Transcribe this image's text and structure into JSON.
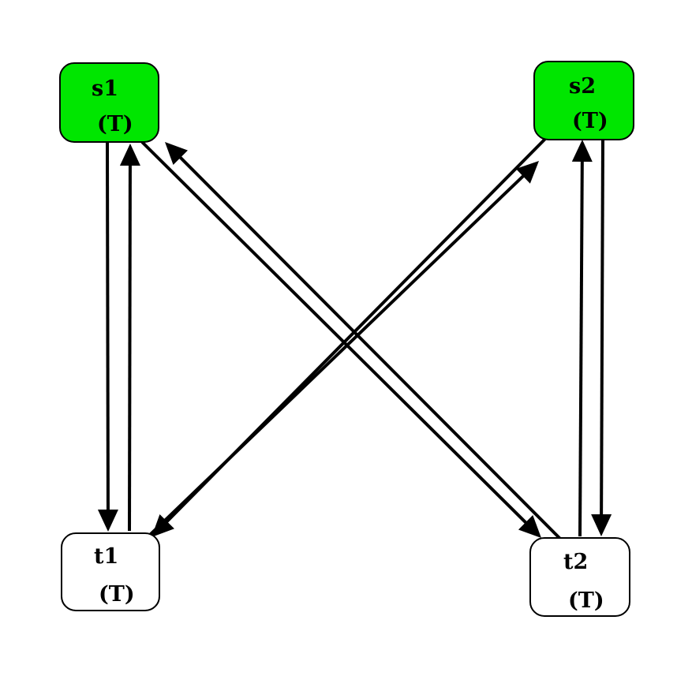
{
  "diagram": {
    "nodes": [
      {
        "id": "s1",
        "name": "s1",
        "tag": "(T)",
        "fill": "#00e600"
      },
      {
        "id": "s2",
        "name": "s2",
        "tag": "(T)",
        "fill": "#00e600"
      },
      {
        "id": "t1",
        "name": "t1",
        "tag": "(T)",
        "fill": "#ffffff"
      },
      {
        "id": "t2",
        "name": "t2",
        "tag": "(T)",
        "fill": "#ffffff"
      }
    ],
    "edges": [
      {
        "from": "s1",
        "to": "t1"
      },
      {
        "from": "t1",
        "to": "s1"
      },
      {
        "from": "s2",
        "to": "t2"
      },
      {
        "from": "t2",
        "to": "s2"
      },
      {
        "from": "s1",
        "to": "t2"
      },
      {
        "from": "t2",
        "to": "s1"
      },
      {
        "from": "t1",
        "to": "s2"
      },
      {
        "from": "s2",
        "to": "t1"
      }
    ],
    "colors": {
      "highlight_fill": "#00e600",
      "plain_fill": "#ffffff",
      "stroke": "#000000"
    }
  }
}
